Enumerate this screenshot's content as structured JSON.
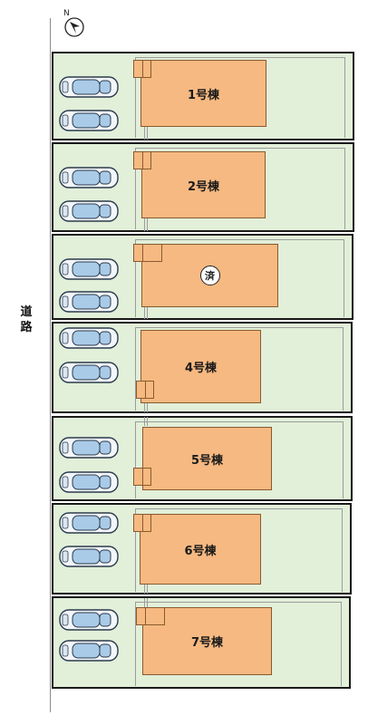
{
  "road": {
    "label_chars": [
      "道",
      "路"
    ]
  },
  "compass": {
    "label": "N"
  },
  "colors": {
    "lot_fill": "#e2efd9",
    "house_fill": "#f6b981",
    "border": "#1a1a1a"
  },
  "lots": [
    {
      "label": "1号棟",
      "status": ""
    },
    {
      "label": "2号棟",
      "status": ""
    },
    {
      "label": "済",
      "status": "sold"
    },
    {
      "label": "4号棟",
      "status": ""
    },
    {
      "label": "5号棟",
      "status": ""
    },
    {
      "label": "6号棟",
      "status": ""
    },
    {
      "label": "7号棟",
      "status": ""
    }
  ]
}
